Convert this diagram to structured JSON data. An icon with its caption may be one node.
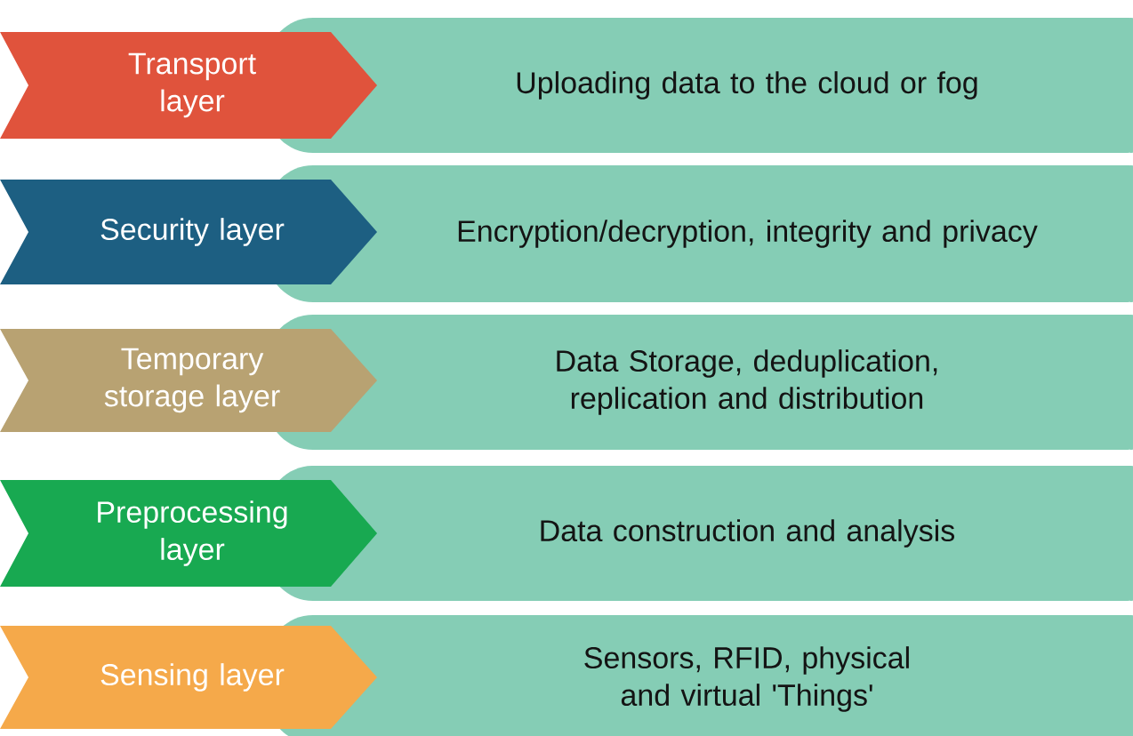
{
  "diagram": {
    "nodes": [
      {
        "text": [
          "Transport layer"
        ]
      },
      {
        "text": [
          "Uploading data to the cloud or fog"
        ]
      },
      {
        "text": [
          "Security layer"
        ]
      },
      {
        "text": [
          "Encryption/decryption, integrity and privacy"
        ]
      },
      {
        "text": [
          "Temporary storage layer"
        ]
      },
      {
        "text": [
          "Data Storage, deduplication, replication and distribution"
        ]
      },
      {
        "text": [
          "Preprocessing layer"
        ]
      },
      {
        "text": [
          "Data construction and analysis"
        ]
      },
      {
        "text": [
          "Sensing layer"
        ]
      },
      {
        "text": [
          "Sensors, RFID, physical and virtual 'Things'"
        ]
      }
    ]
  }
}
